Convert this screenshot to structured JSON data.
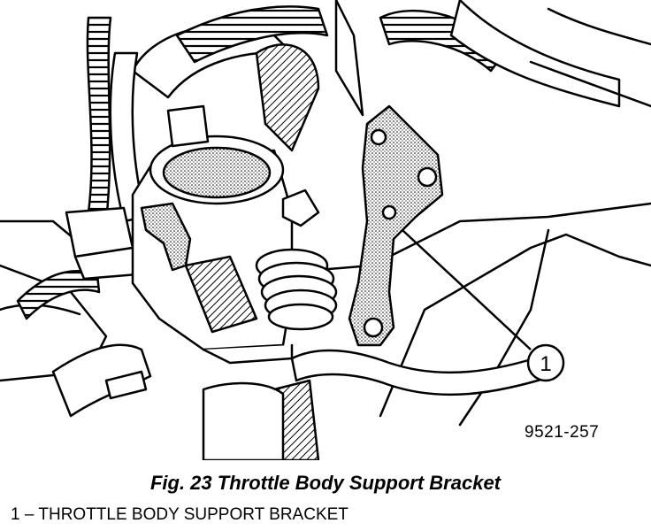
{
  "figure": {
    "code": "9521-257",
    "caption": "Fig. 23 Throttle Body Support Bracket"
  },
  "callouts": [
    {
      "number": "1",
      "label": "THROTTLE BODY SUPPORT BRACKET"
    }
  ],
  "legend": {
    "number": "1",
    "separator": "–",
    "label": "THROTTLE BODY SUPPORT BRACKET"
  }
}
